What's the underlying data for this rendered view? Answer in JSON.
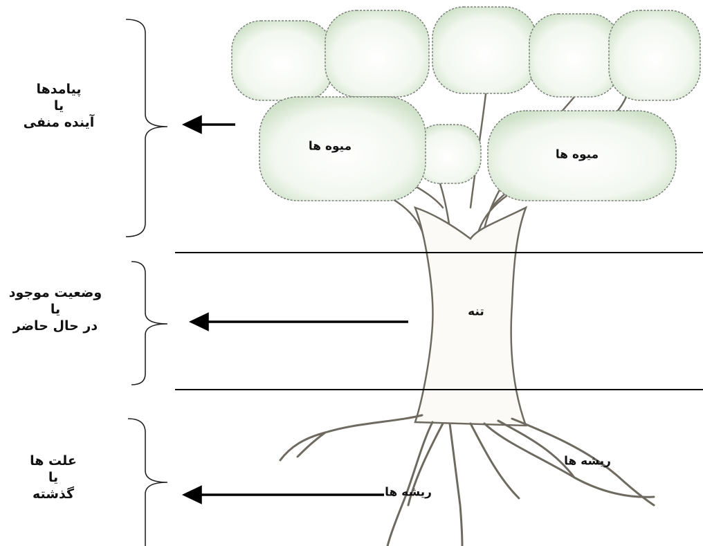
{
  "sections": [
    {
      "id": "top",
      "lines": [
        "پیامدها",
        "یا",
        "آینده منفی"
      ],
      "tree_labels": [
        "میوه ها",
        "میوه ها"
      ]
    },
    {
      "id": "middle",
      "lines": [
        "وضعیت موجود",
        "یا",
        "در حال حاضر"
      ],
      "tree_labels": [
        "تنه"
      ]
    },
    {
      "id": "bottom",
      "lines": [
        "علت ها",
        "یا",
        "گذشته"
      ],
      "tree_labels": [
        "ریشه ها",
        "ریشه ها"
      ]
    }
  ],
  "colors": {
    "foliage_fill": "#f4f8f2",
    "foliage_shade": "#c9dec4",
    "foliage_stroke": "#7a8078",
    "trunk_fill": "#fbfaf6",
    "trunk_stroke": "#6f6a60",
    "line": "#000000"
  }
}
